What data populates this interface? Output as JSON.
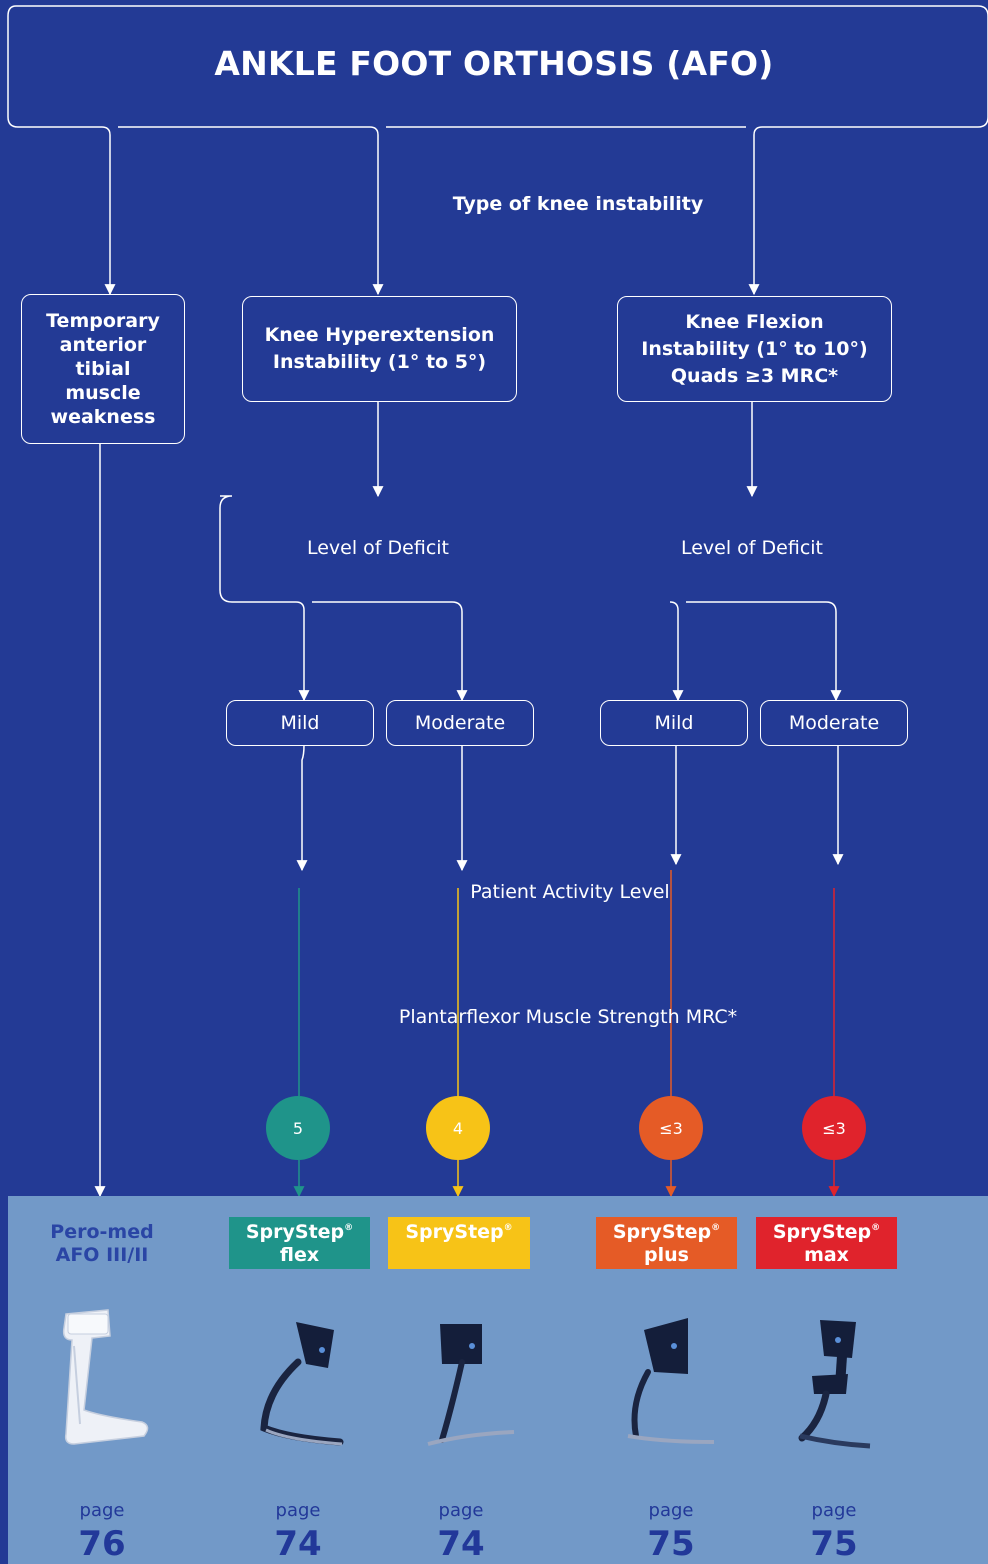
{
  "title": "ANKLE FOOT ORTHOSIS (AFO)",
  "knee_instability_label": "Type of knee instability",
  "boxes": {
    "temporary": [
      "Temporary",
      "anterior",
      "tibial",
      "muscle",
      "weakness"
    ],
    "hyperextension": [
      "Knee Hyperextension",
      "Instability (1° to 5°)"
    ],
    "flexion": [
      "Knee Flexion",
      "Instability (1° to 10°)",
      "Quads ≥3 MRC*"
    ]
  },
  "deficit_label": "Level of Deficit",
  "levels": {
    "mild": "Mild",
    "moderate": "Moderate"
  },
  "patient_activity": "Patient Activity Level",
  "plantarflexor": "Plantarflexor Muscle Strength MRC*",
  "circles": [
    {
      "value": "5",
      "color": "#1f948a"
    },
    {
      "value": "4",
      "color": "#f7c317"
    },
    {
      "value": "≤3",
      "color": "#e55b26"
    },
    {
      "value": "≤3",
      "color": "#e0232c"
    }
  ],
  "products": [
    {
      "line1": "Pero-med",
      "line2": "AFO III/II",
      "reg": "",
      "color": "",
      "page_word": "page",
      "page": "76"
    },
    {
      "line1": "SpryStep",
      "line2": "flex",
      "reg": "®",
      "color": "#1f948a",
      "page_word": "page",
      "page": "74"
    },
    {
      "line1": "SpryStep",
      "line2": "",
      "reg": "®",
      "color": "#f7c317",
      "page_word": "page",
      "page": "74"
    },
    {
      "line1": "SpryStep",
      "line2": "plus",
      "reg": "®",
      "color": "#e55b26",
      "page_word": "page",
      "page": "75"
    },
    {
      "line1": "SpryStep",
      "line2": "max",
      "reg": "®",
      "color": "#e0232c",
      "page_word": "page",
      "page": "75"
    }
  ],
  "colors": {
    "background": "#233a95",
    "bottom_panel": "#7299c8",
    "page_text": "#223899"
  }
}
